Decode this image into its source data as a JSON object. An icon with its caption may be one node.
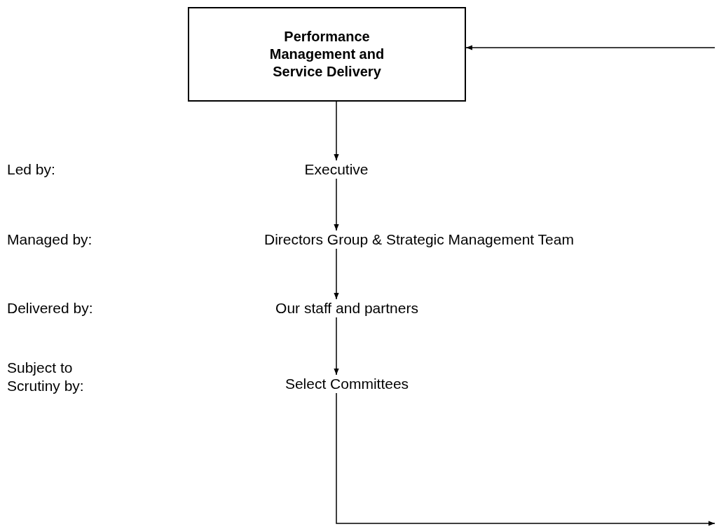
{
  "diagram": {
    "nodes": [
      {
        "text": [
          "Performance Management and Service Delivery"
        ]
      },
      {
        "text": [
          "Executive"
        ]
      },
      {
        "text": [
          "Directors Group & Strategic Management Team"
        ]
      },
      {
        "text": [
          "Our staff and partners"
        ]
      },
      {
        "text": [
          "Select Committees"
        ]
      }
    ],
    "edges": [
      {
        "from": 0,
        "to": 1,
        "arrow": "to"
      },
      {
        "from": 1,
        "to": 2,
        "arrow": "to"
      },
      {
        "from": 2,
        "to": 3,
        "arrow": "to"
      },
      {
        "from": 3,
        "to": 4,
        "arrow": "to"
      },
      {
        "from": 4,
        "to": null,
        "arrow": "to"
      },
      {
        "from": null,
        "to": 0,
        "arrow": "to"
      }
    ],
    "labels": [
      "Led by:",
      "Managed by:",
      "Delivered by:",
      "Subject to Scrutiny by:"
    ]
  }
}
